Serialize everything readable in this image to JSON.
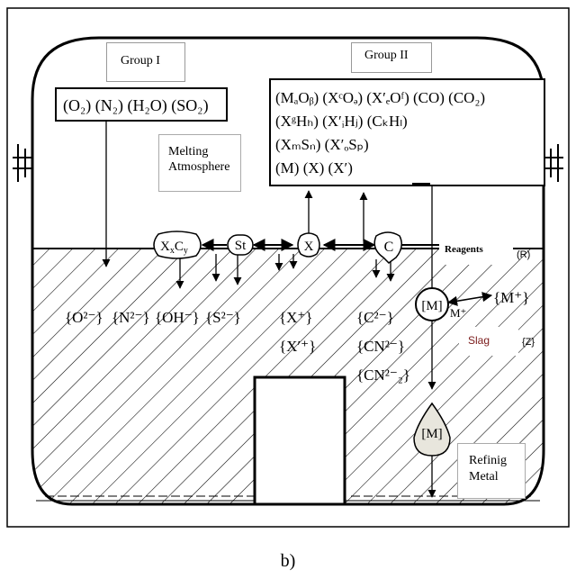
{
  "figure": {
    "caption": "b)",
    "group1": {
      "title": "Group I",
      "gases": "(O₂) (N₂) (H₂O) (SO₂)"
    },
    "group2": {
      "title": "Group II",
      "line1": "(MₐOᵦ) (XᶜOₔ) (X′ₑOᶠ) (CO) (CO₂)",
      "line2": "(XᵍHₕ) (X′ᵢHⱼ) (CₖHₗ)",
      "line3": "(XₘSₙ) (X′ₒSₚ)",
      "line4": "(M) (X) (X′)"
    },
    "melting_atmosphere": "Melting\nAtmosphere",
    "reagents": {
      "label": "Reagents",
      "code": "(R)"
    },
    "slag": {
      "label": "Slag",
      "code": "{Z}"
    },
    "refining_metal": "Refinig\nMetal",
    "nodes": {
      "xc": "XxCy",
      "st": "St",
      "x": "X",
      "c": "C",
      "m_ion": "[M]",
      "m_drop": "[M]",
      "m_plus_small": "M⁺",
      "m_plus": "{M⁺}"
    },
    "ions": {
      "o": "{O²⁻}",
      "n": "{N²⁻}",
      "oh": "{OH⁻}",
      "s": "{S²⁻}",
      "xplus": "{X⁺}",
      "xprimeplus": "{X′⁺}",
      "c2": "{C²⁻}",
      "cn": "{CN²⁻}",
      "cn2": "{CN²⁻₂}"
    }
  }
}
